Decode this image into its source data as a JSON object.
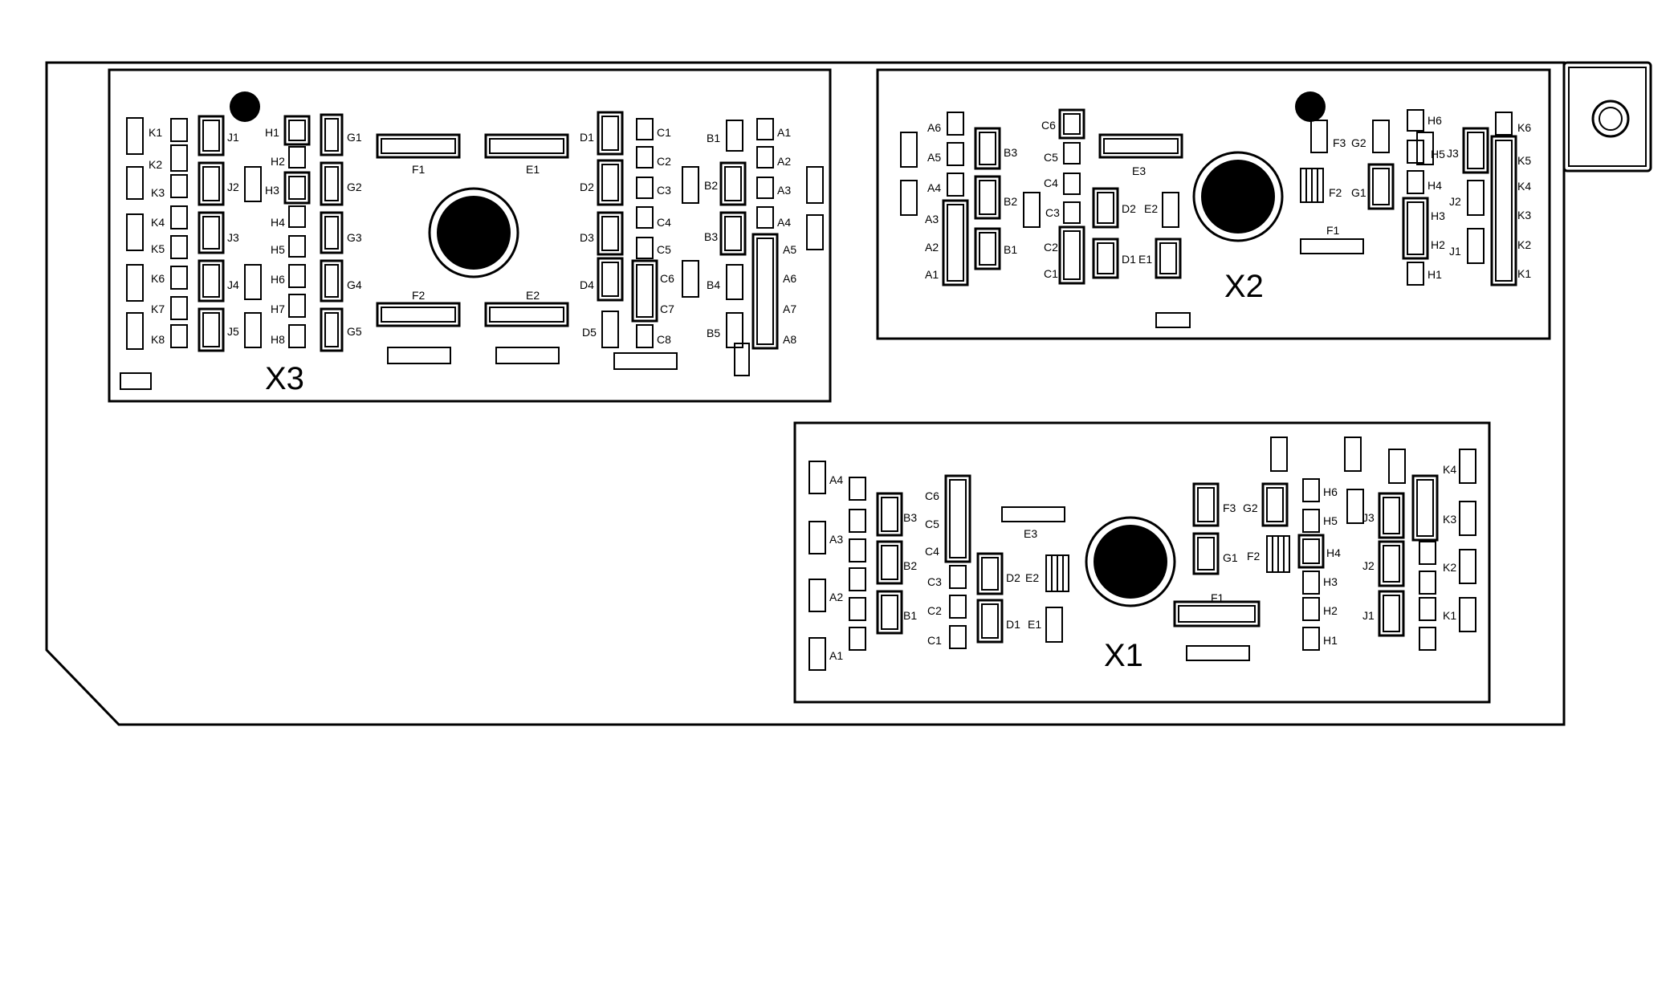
{
  "image": {
    "colors": {
      "ink": "#000000",
      "paper": "#ffffff"
    }
  },
  "diagram": {
    "connectors": [
      {
        "name": "X3",
        "labels": [
          "K1",
          "K2",
          "K3",
          "K4",
          "K5",
          "K6",
          "K7",
          "K8",
          "J1",
          "J2",
          "J3",
          "J4",
          "J5",
          "H1",
          "H2",
          "H3",
          "H4",
          "H5",
          "H6",
          "H7",
          "H8",
          "G1",
          "G2",
          "G3",
          "G4",
          "G5",
          "F1",
          "E1",
          "F2",
          "E2",
          "D1",
          "D2",
          "D3",
          "D4",
          "D5",
          "C1",
          "C2",
          "C3",
          "C4",
          "C5",
          "C6",
          "C7",
          "C8",
          "B1",
          "B2",
          "B3",
          "B4",
          "B5",
          "A1",
          "A2",
          "A3",
          "A4",
          "A5",
          "A6",
          "A7",
          "A8"
        ]
      },
      {
        "name": "X2",
        "labels": [
          "A6",
          "A5",
          "A4",
          "A3",
          "A2",
          "A1",
          "B3",
          "B2",
          "B1",
          "C6",
          "C5",
          "C4",
          "C3",
          "C2",
          "C1",
          "E3",
          "D2",
          "E2",
          "D1",
          "E1",
          "F3",
          "G2",
          "F2",
          "G1",
          "F1",
          "H6",
          "H5",
          "H4",
          "H3",
          "H2",
          "H1",
          "J3",
          "J2",
          "J1",
          "K6",
          "K5",
          "K4",
          "K3",
          "K2",
          "K1"
        ]
      },
      {
        "name": "X1",
        "labels": [
          "A4",
          "A3",
          "A2",
          "A1",
          "B3",
          "B2",
          "B1",
          "C6",
          "C5",
          "C4",
          "C3",
          "C2",
          "C1",
          "E3",
          "D2",
          "E2",
          "D1",
          "E1",
          "F3",
          "G2",
          "G1",
          "F2",
          "F1",
          "H6",
          "H5",
          "H4",
          "H3",
          "H2",
          "H1",
          "J3",
          "J2",
          "J1",
          "K4",
          "K3",
          "K2",
          "K1"
        ]
      }
    ]
  }
}
